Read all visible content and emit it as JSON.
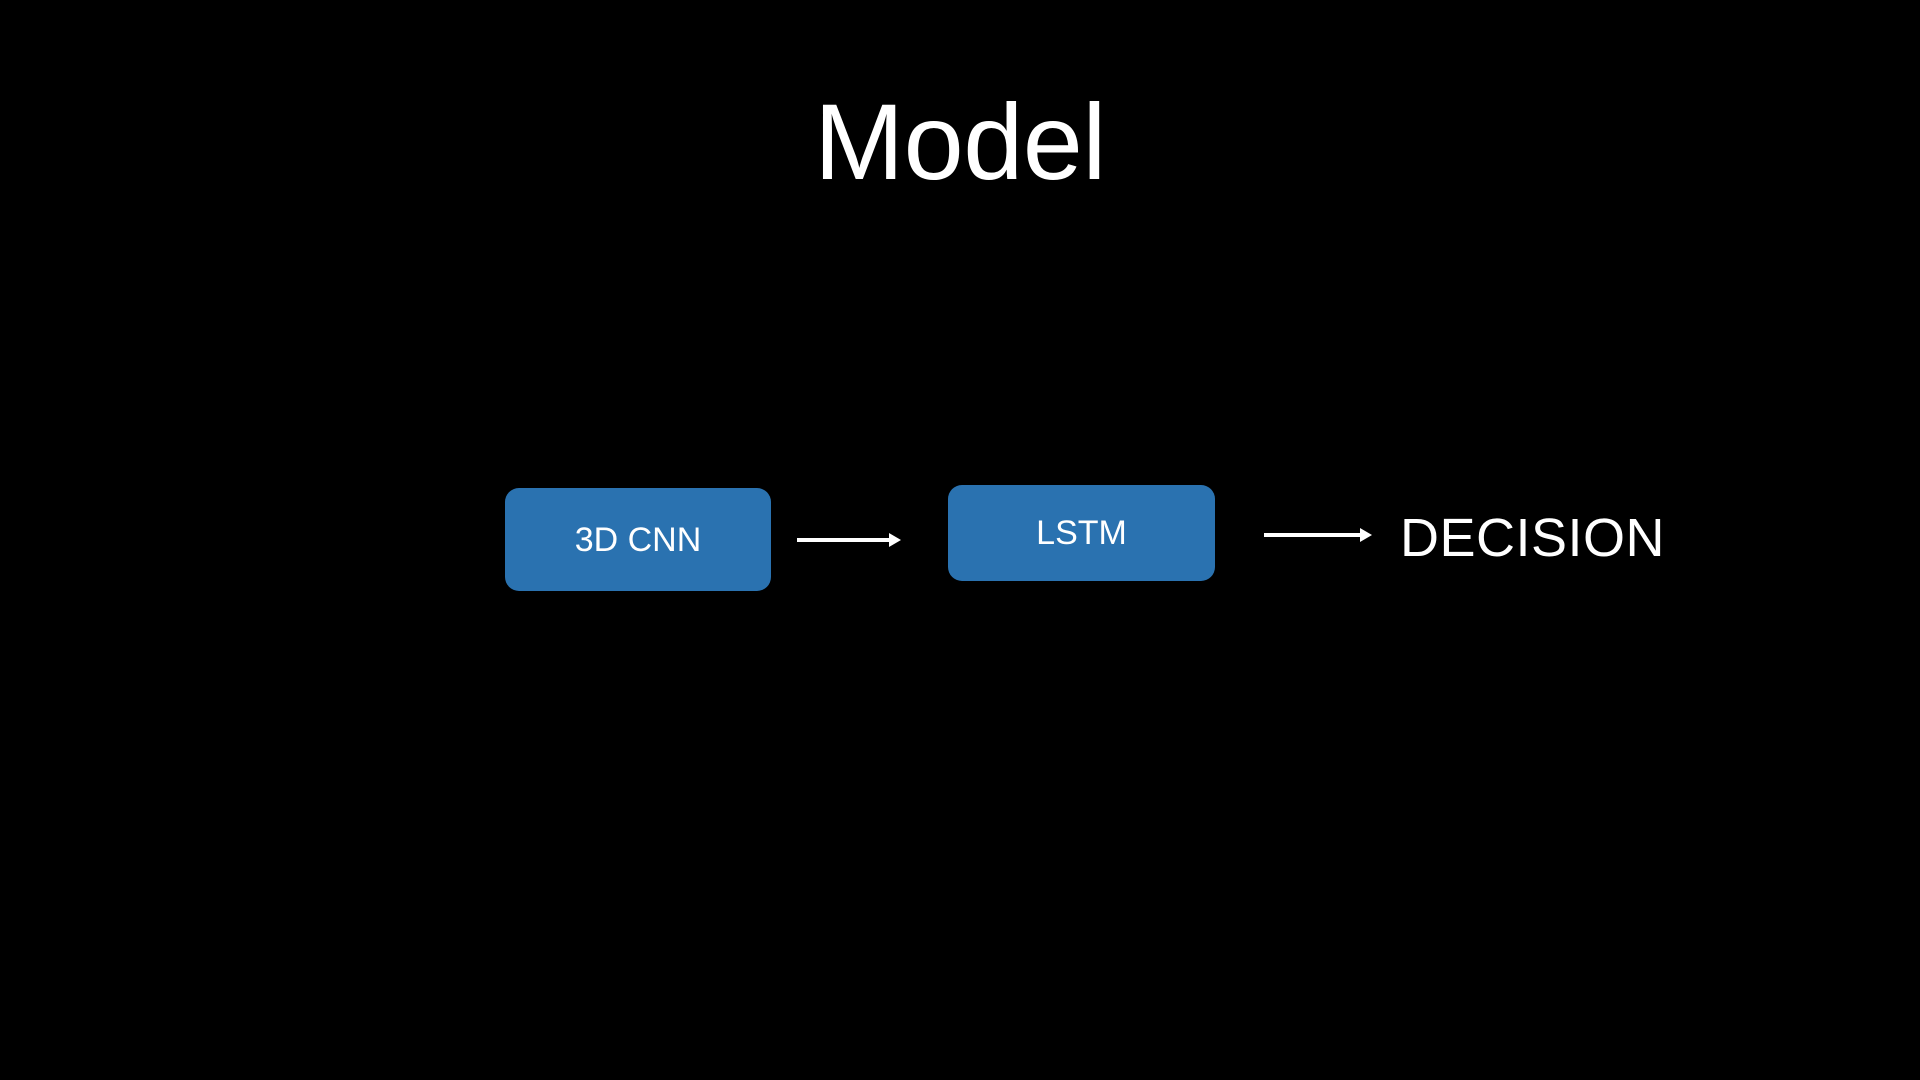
{
  "slide": {
    "title": "Model",
    "background_color": "#000000",
    "text_color": "#ffffff",
    "accent_color": "#2a72b0"
  },
  "pipeline": {
    "nodes": [
      {
        "id": "cnn",
        "label": "3D CNN",
        "kind": "box",
        "fill": "#2a72b0"
      },
      {
        "id": "lstm",
        "label": "LSTM",
        "kind": "box",
        "fill": "#2a72b0"
      },
      {
        "id": "decision",
        "label": "DECISION",
        "kind": "text",
        "fill": "#ffffff"
      }
    ],
    "connectors": [
      {
        "id": "cnn-to-lstm",
        "from": "cnn",
        "to": "lstm",
        "style": "arrow-right"
      },
      {
        "id": "lstm-to-decision",
        "from": "lstm",
        "to": "decision",
        "style": "arrow-right"
      }
    ]
  }
}
